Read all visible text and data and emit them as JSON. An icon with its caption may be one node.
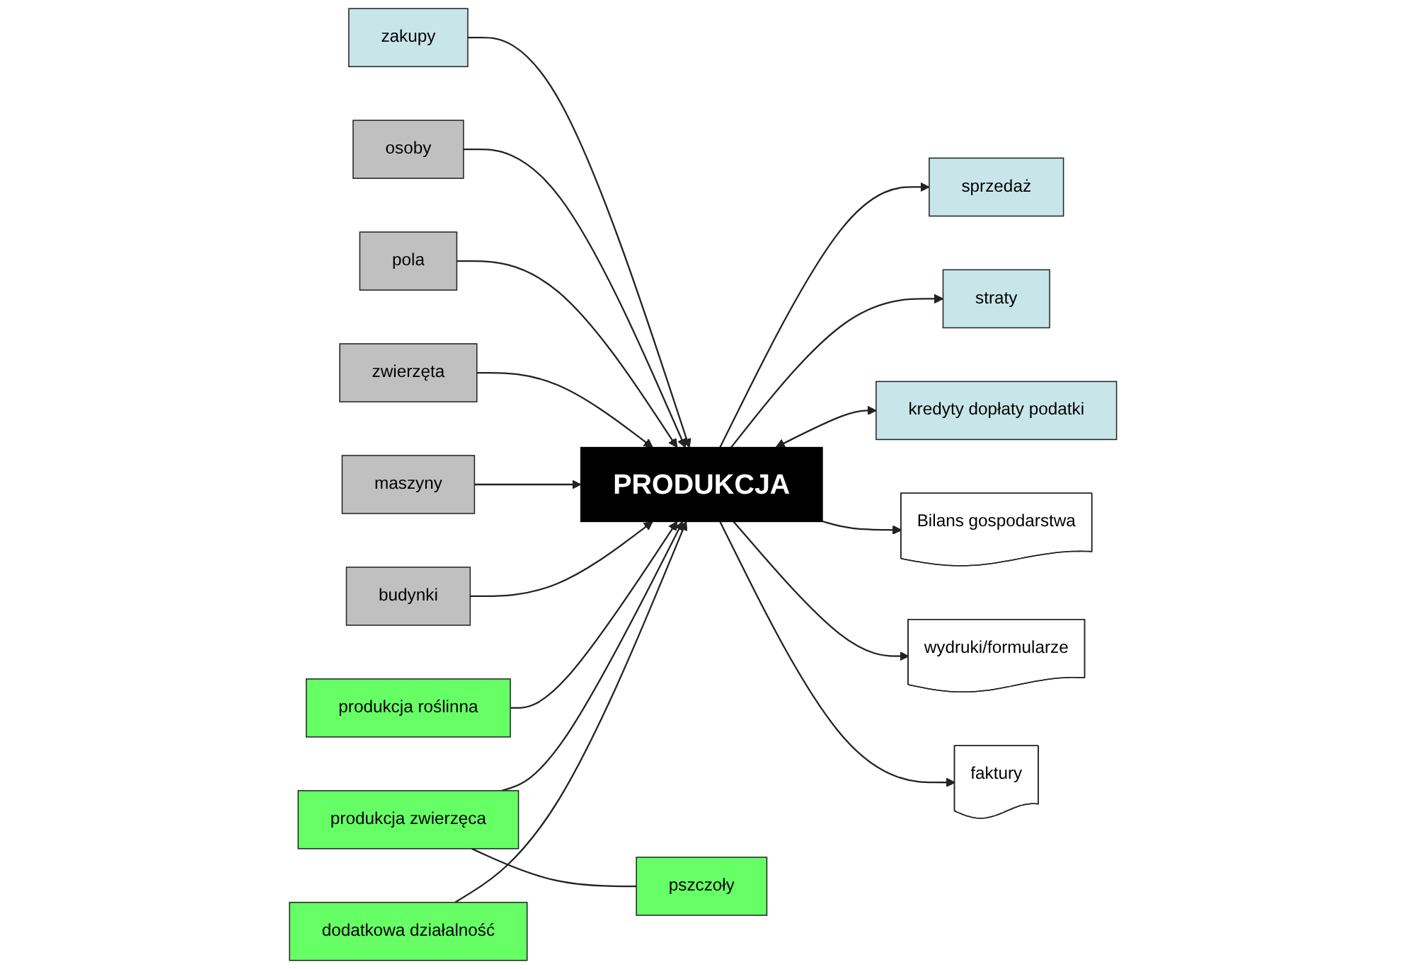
{
  "diagram": {
    "nodes": [
      {
        "text": [
          "zakupy"
        ]
      },
      {
        "text": [
          "sprzedaż"
        ]
      },
      {
        "text": [
          "straty"
        ]
      },
      {
        "text": [
          "kredyty dopłaty podatki"
        ]
      },
      {
        "text": [
          "osoby"
        ]
      },
      {
        "text": [
          "Bilans gospodarstwa"
        ]
      },
      {
        "text": [
          "pola"
        ]
      },
      {
        "text": [
          "PRODUKCJA"
        ]
      },
      {
        "text": [
          "wydruki/formularze"
        ]
      },
      {
        "text": [
          "zwierzęta"
        ]
      },
      {
        "text": [
          "maszyny"
        ]
      },
      {
        "text": [
          "faktury"
        ]
      },
      {
        "text": [
          "budynki"
        ]
      },
      {
        "text": [
          "produkcja roślinna"
        ]
      },
      {
        "text": [
          "produkcja zwierzęca"
        ]
      },
      {
        "text": [
          "dodatkowa działalność"
        ]
      },
      {
        "text": [
          "pszczoły"
        ]
      }
    ],
    "edges": [
      {
        "from": 0,
        "to": 7,
        "arrow": "to"
      },
      {
        "from": 7,
        "to": 1,
        "arrow": "to"
      },
      {
        "from": 7,
        "to": 2,
        "arrow": "to"
      },
      {
        "from": 7,
        "to": 3,
        "arrow": "both"
      },
      {
        "from": 4,
        "to": 7,
        "arrow": "to"
      },
      {
        "from": 6,
        "to": 7,
        "arrow": "to"
      },
      {
        "from": 9,
        "to": 7,
        "arrow": "to"
      },
      {
        "from": 10,
        "to": 7,
        "arrow": "to"
      },
      {
        "from": 12,
        "to": 7,
        "arrow": "to"
      },
      {
        "from": 7,
        "to": 5,
        "arrow": "to"
      },
      {
        "from": 7,
        "to": 8,
        "arrow": "to"
      },
      {
        "from": 7,
        "to": 11,
        "arrow": "to"
      },
      {
        "from": 13,
        "to": 7,
        "arrow": "to"
      },
      {
        "from": 14,
        "to": 7,
        "arrow": "to"
      },
      {
        "from": 15,
        "to": 7,
        "arrow": "to"
      },
      {
        "from": 14,
        "to": 16,
        "arrow": "none"
      }
    ]
  }
}
